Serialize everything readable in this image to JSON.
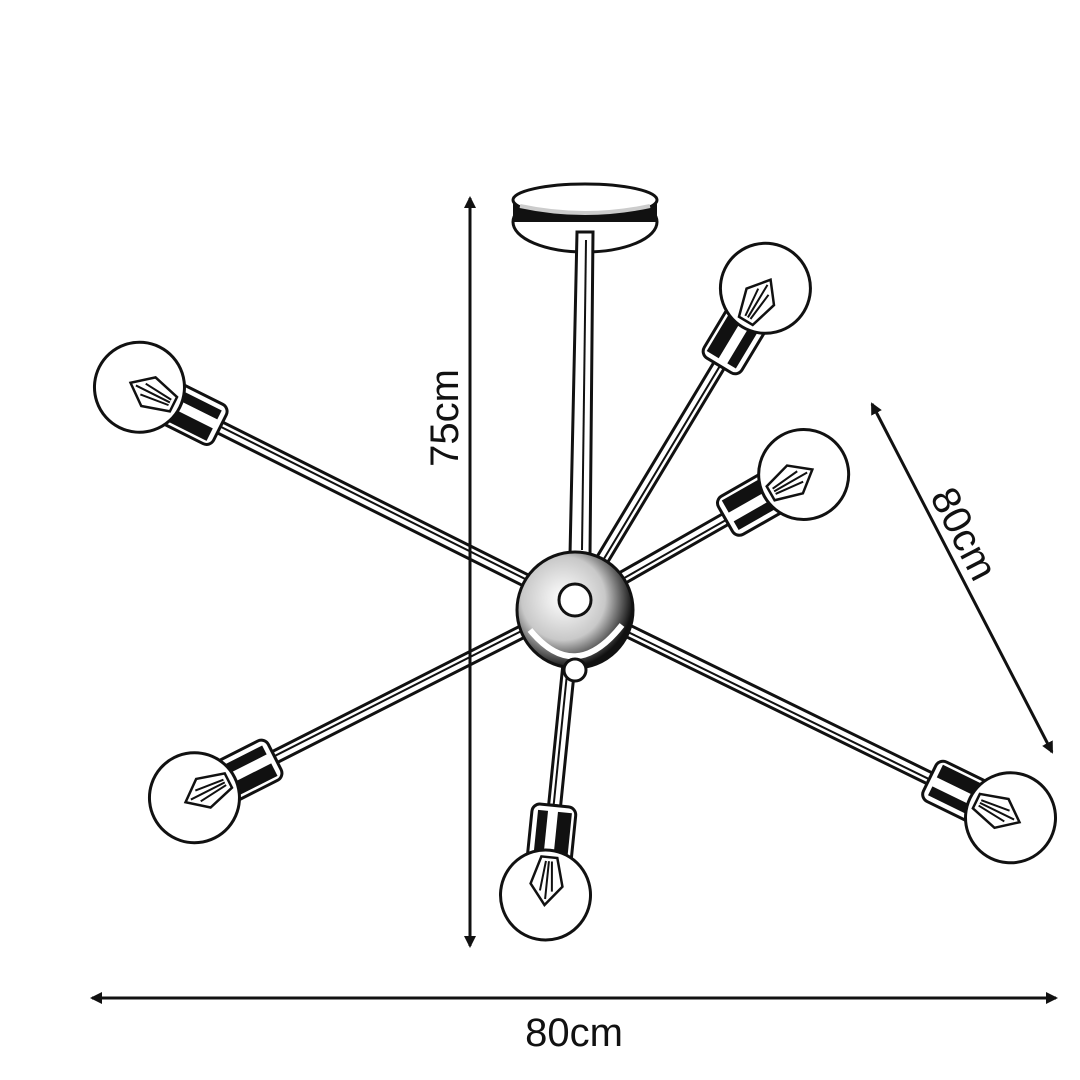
{
  "colors": {
    "ink": "#111111",
    "paper": "#ffffff"
  },
  "dimensions": {
    "height_label": "75cm",
    "width_label": "80cm",
    "diagonal_label": "80cm"
  },
  "fixture": {
    "arm_count": 6,
    "bulb_count": 6
  }
}
